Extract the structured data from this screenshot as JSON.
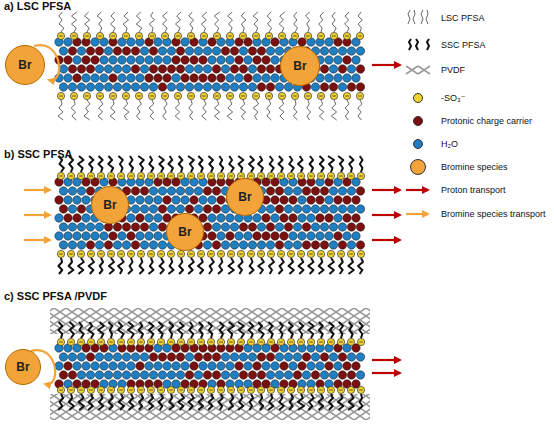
{
  "diagram": {
    "nodes": [
      {
        "text": [
          "Br"
        ]
      },
      {
        "text": [
          "Br"
        ]
      },
      {
        "text": [
          "Br"
        ]
      },
      {
        "text": [
          "Br"
        ]
      },
      {
        "text": [
          "Br"
        ]
      },
      {
        "text": [
          "Br"
        ]
      }
    ],
    "labels": [
      "a) LSC PFSA",
      "b) SSC PFSA",
      "c) SSC PFSA /PVDF"
    ],
    "legend": [
      {
        "text": "LSC PFSA"
      },
      {
        "text": "SSC PFSA"
      },
      {
        "text": "PVDF"
      },
      {
        "text": "-SO₃⁻",
        "color": "#f2d22e"
      },
      {
        "text": "Protonic charge carrier",
        "color": "#7b1010"
      },
      {
        "text": "H₂O",
        "color": "#1f7ec2"
      },
      {
        "text": "Bromine species",
        "color": "#f2a33a"
      },
      {
        "text": "Proton transport"
      },
      {
        "text": "Bromine species transport"
      }
    ]
  }
}
